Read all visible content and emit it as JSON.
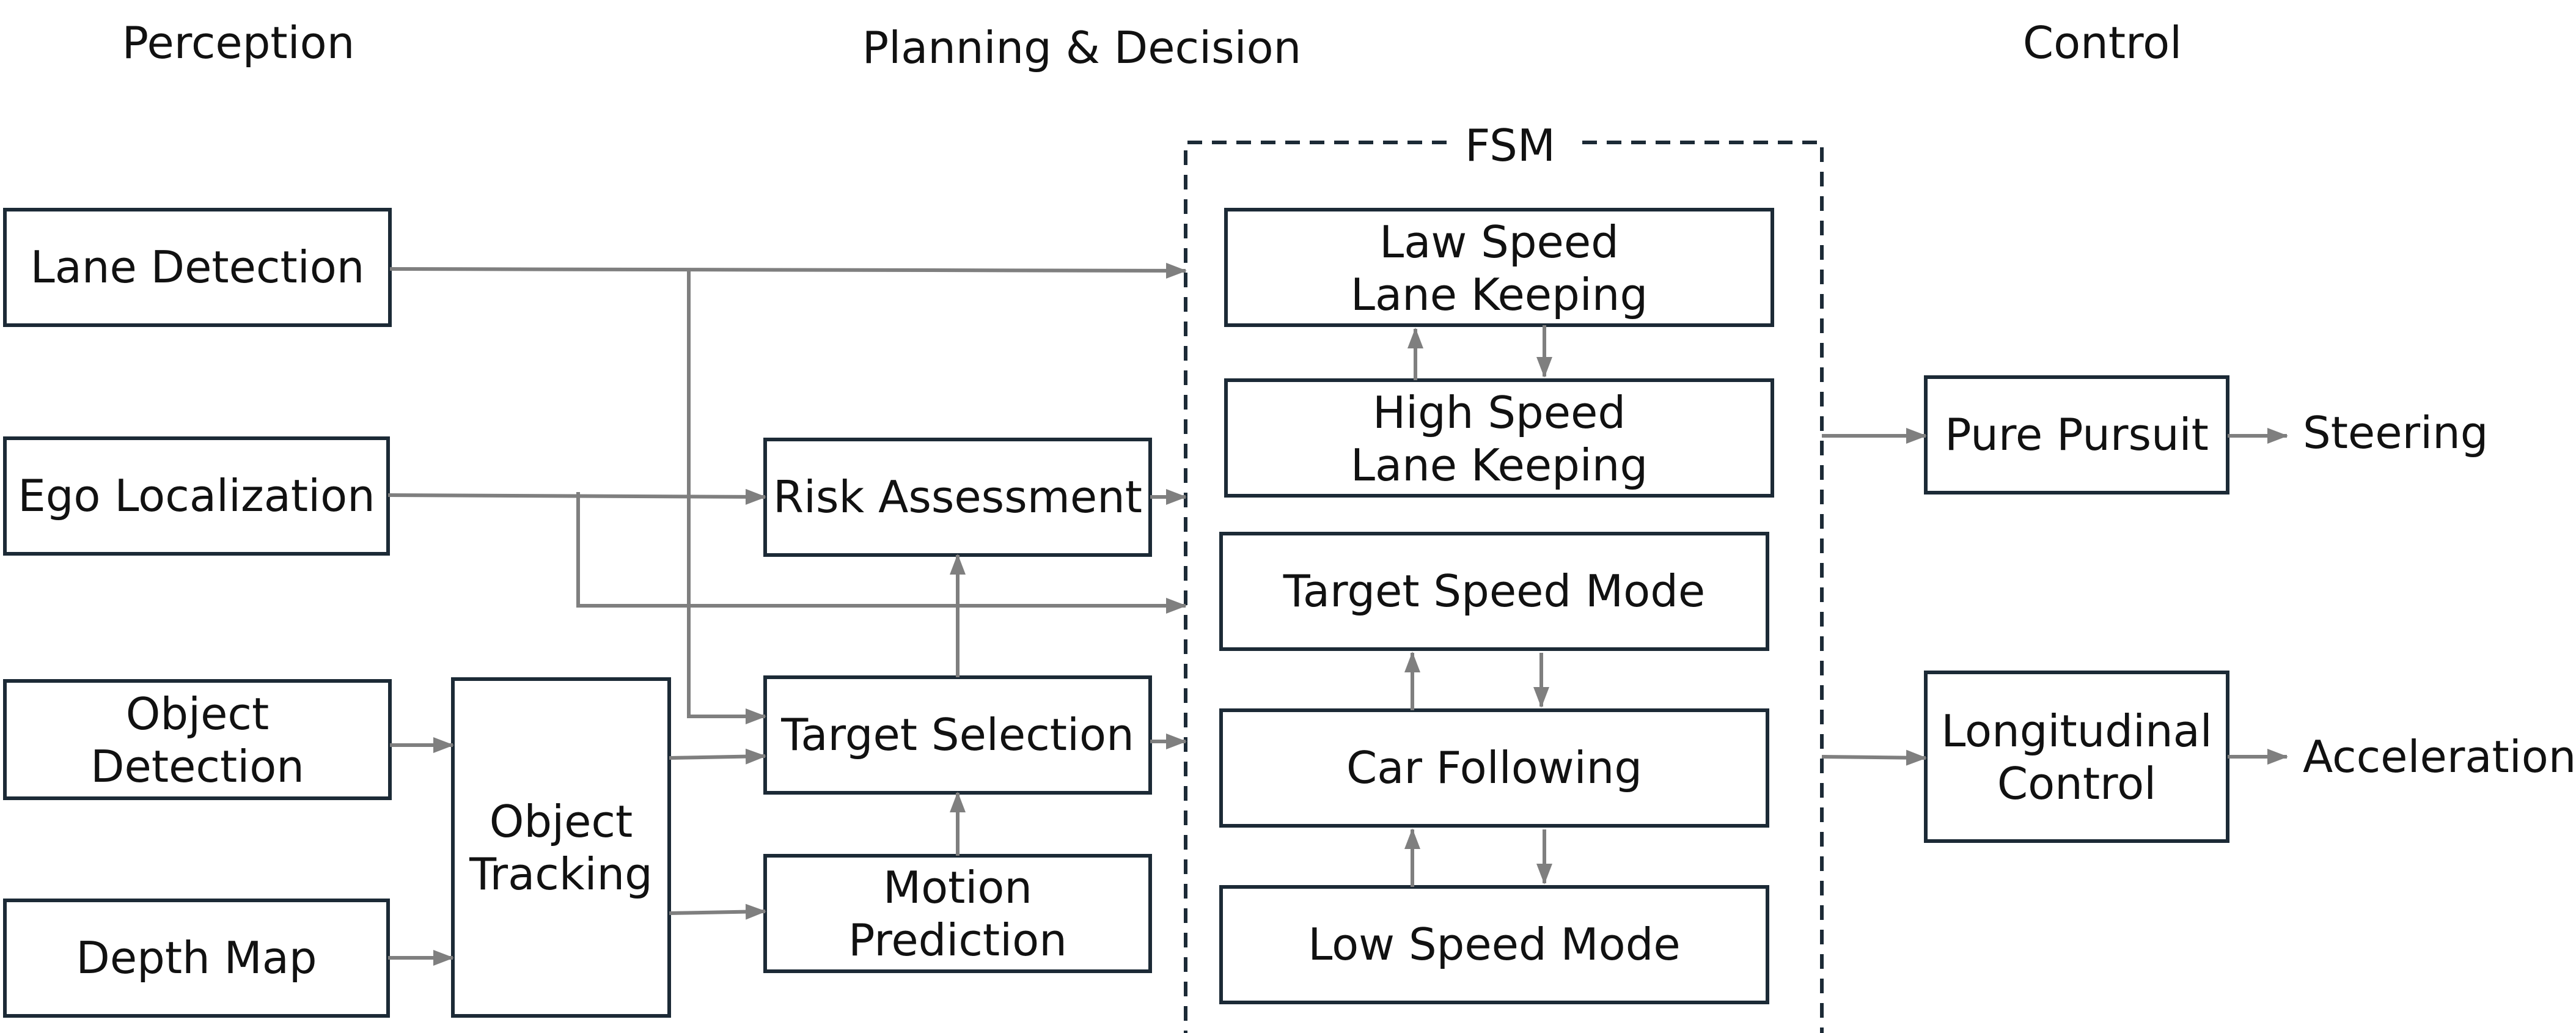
{
  "headers": {
    "perception": "Perception",
    "planning": "Planning & Decision",
    "control": "Control"
  },
  "fsm_label": "FSM",
  "perception": {
    "lane_detection": "Lane Detection",
    "ego_localization": "Ego Localization",
    "object_detection_l1": "Object",
    "object_detection_l2": "Detection",
    "depth_map": "Depth Map",
    "object_tracking_l1": "Object",
    "object_tracking_l2": "Tracking"
  },
  "planning": {
    "risk_assessment": "Risk Assessment",
    "target_selection": "Target Selection",
    "motion_prediction_l1": "Motion",
    "motion_prediction_l2": "Prediction"
  },
  "fsm_states": {
    "law_speed_l1": "Law Speed",
    "law_speed_l2": "Lane Keeping",
    "high_speed_l1": "High Speed",
    "high_speed_l2": "Lane Keeping",
    "target_speed_mode": "Target Speed Mode",
    "car_following": "Car Following",
    "low_speed_mode": "Low Speed Mode"
  },
  "control": {
    "pure_pursuit": "Pure Pursuit",
    "longitudinal_l1": "Longitudinal",
    "longitudinal_l2": "Control"
  },
  "outputs": {
    "steering": "Steering",
    "acceleration": "Acceleration"
  },
  "colors": {
    "box_border": "#1c2a36",
    "arrow": "#7f7f7f",
    "text": "#111111"
  }
}
